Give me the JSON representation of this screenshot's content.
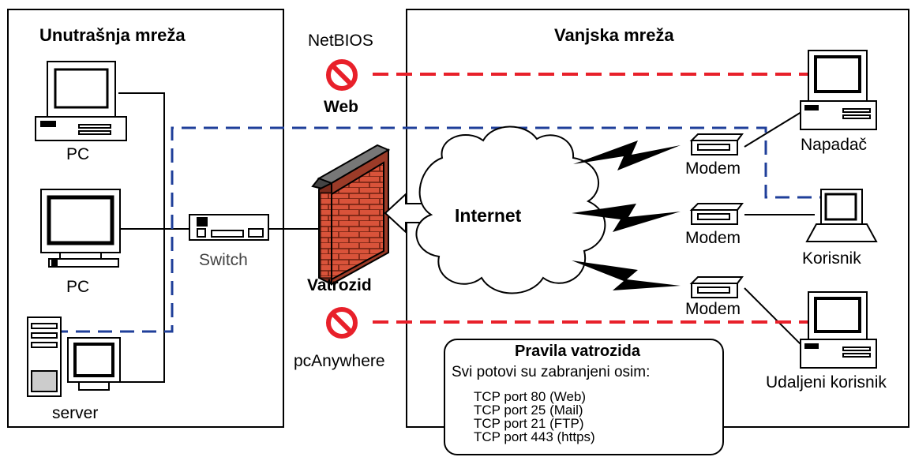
{
  "zones": {
    "internal_title": "Unutrašnja mreža",
    "external_title": "Vanjska mreža"
  },
  "internal": {
    "pc1_label": "PC",
    "pc2_label": "PC",
    "server_label": "server",
    "switch_label": "Switch"
  },
  "firewall": {
    "label": "Vatrozid"
  },
  "blocked": {
    "top_service": "NetBIOS",
    "top_service2": "Web",
    "bottom_service": "pcAnywhere"
  },
  "cloud_label": "Internet",
  "external": {
    "modem1_label": "Modem",
    "modem2_label": "Modem",
    "modem3_label": "Modem",
    "attacker_label": "Napadač",
    "user_label": "Korisnik",
    "remote_user_label": "Udaljeni korisnik"
  },
  "rules": {
    "title": "Pravila vatrozida",
    "subtitle": "Svi potovi su zabranjeni osim:",
    "ports": [
      "TCP port 80 (Web)",
      "TCP port 25 (Mail)",
      "TCP port 21 (FTP)",
      "TCP port 443 (https)"
    ]
  },
  "colors": {
    "blocked_line": "#e8202a",
    "allowed_line": "#1f3f9a",
    "no_sign": "#e8202a",
    "brick": "#d9533a",
    "cloud_fill": "#ffffff"
  }
}
